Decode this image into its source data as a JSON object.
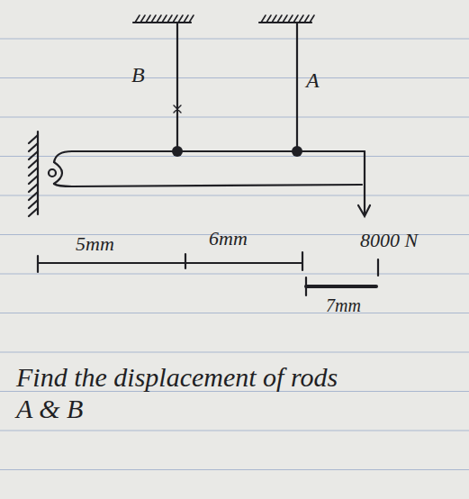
{
  "diagram": {
    "labels": [
      "B",
      "A",
      "5mm",
      "6mm",
      "8000 N",
      "7mm",
      "Find the displacement of rods A & B"
    ]
  }
}
